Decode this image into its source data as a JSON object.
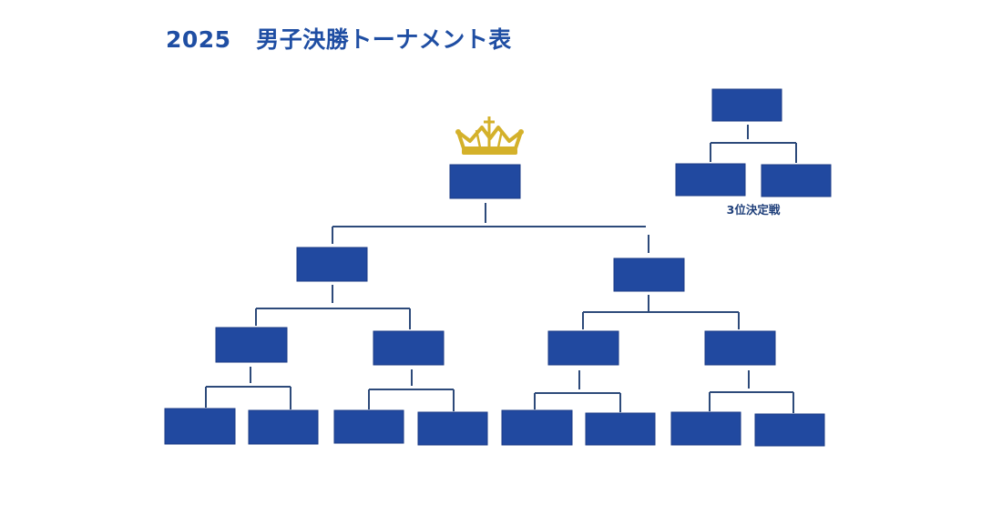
{
  "title": {
    "year": "2025",
    "text": "男子決勝トーナメント表"
  },
  "third_place_label": "3位決定戦",
  "crown_icon": "crown-icon",
  "colors": {
    "title": "#1f4ea3",
    "slot_fill": "#2149a0",
    "line": "#2d4a7a",
    "crown": "#d4b12a"
  }
}
